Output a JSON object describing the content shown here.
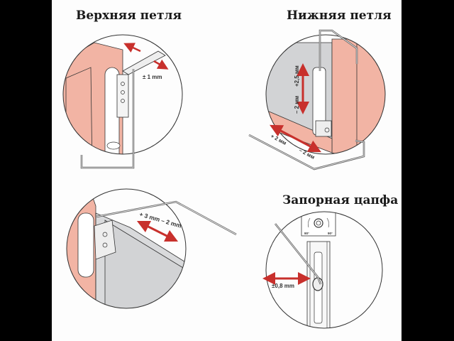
{
  "colors": {
    "frame_pink": "#f2b4a4",
    "arrow_red": "#c8302c",
    "glass_gray": "#d2d3d5",
    "outline": "#333333"
  },
  "panels": {
    "top_hinge": {
      "title": "Верхняя петля",
      "adjustment_label": "± 1 mm"
    },
    "bottom_hinge": {
      "title": "Нижняя петля",
      "vertical_plus": "+2,5 мм",
      "vertical_minus": "– 2 мм",
      "horizontal_plus": "+ 2 мм",
      "horizontal_minus": "– 2 мм"
    },
    "top_corner": {
      "adjustment_label": "+ 3 mm  – 2 mm"
    },
    "locking_pin": {
      "title": "Запорная цапфа",
      "adjustment_label": "±0,8 mm",
      "rotation_left": "90°",
      "rotation_right": "90°"
    }
  }
}
